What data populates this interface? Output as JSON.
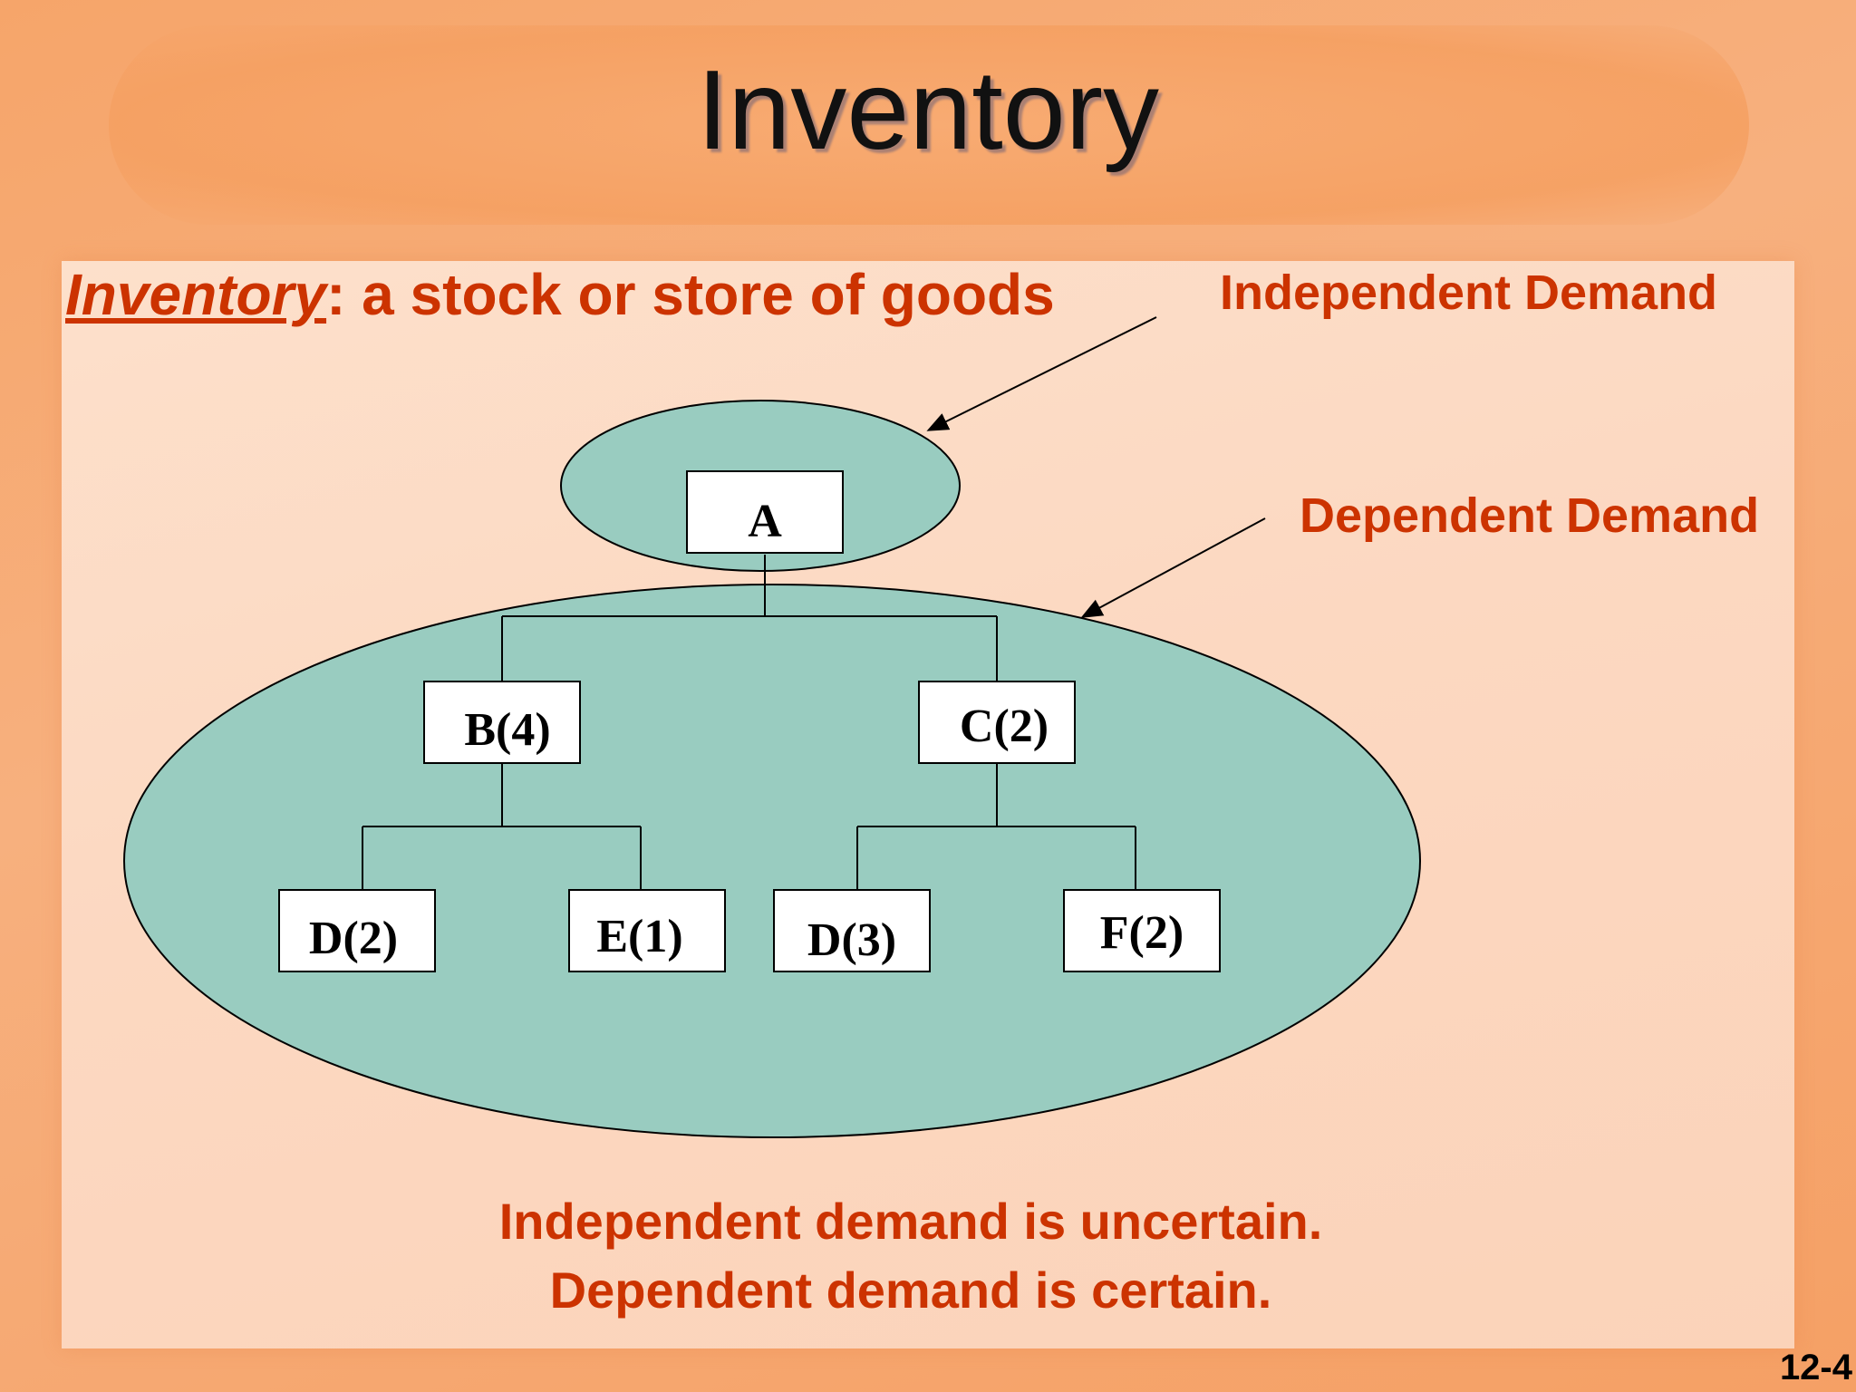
{
  "slide": {
    "title": "Inventory",
    "definition_term": "Inventory",
    "definition_rest": ": a stock or store of goods",
    "label_independent": "Independent Demand",
    "label_dependent": "Dependent Demand",
    "bottom_line1": "Independent demand is uncertain.",
    "bottom_line2": "Dependent demand is certain.",
    "page_number": "12-4"
  },
  "colors": {
    "accent_text": "#cc3300",
    "ellipse_fill": "#99ccc0"
  },
  "tree": {
    "root": {
      "label": "A"
    },
    "level1": [
      {
        "label": "B(4)"
      },
      {
        "label": "C(2)"
      }
    ],
    "level2": [
      {
        "label": "D(2)"
      },
      {
        "label": "E(1)"
      },
      {
        "label": "D(3)"
      },
      {
        "label": "F(2)"
      }
    ]
  }
}
